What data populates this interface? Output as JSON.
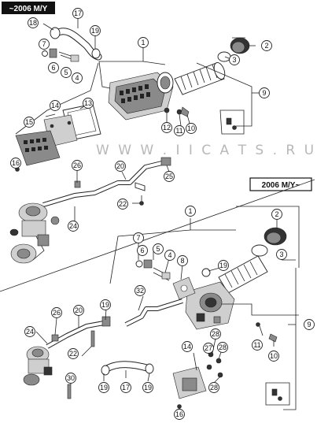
{
  "tags": {
    "before": "~2006 M/Y",
    "after": "2006 M/Y~"
  },
  "watermark": "W W W . I I C A T S . R U",
  "callouts_top": [
    "17",
    "18",
    "19",
    "1",
    "2",
    "7",
    "6",
    "5",
    "4",
    "3",
    "9",
    "14",
    "13",
    "15",
    "16",
    "12",
    "11",
    "10",
    "26",
    "20",
    "25",
    "22",
    "24"
  ],
  "callouts_bottom": [
    "1",
    "2",
    "7",
    "6",
    "5",
    "4",
    "8",
    "3",
    "19",
    "32",
    "20",
    "19",
    "26",
    "24",
    "22",
    "11",
    "10",
    "9",
    "14",
    "27",
    "28",
    "28",
    "28",
    "17",
    "19",
    "19",
    "30",
    "16"
  ]
}
